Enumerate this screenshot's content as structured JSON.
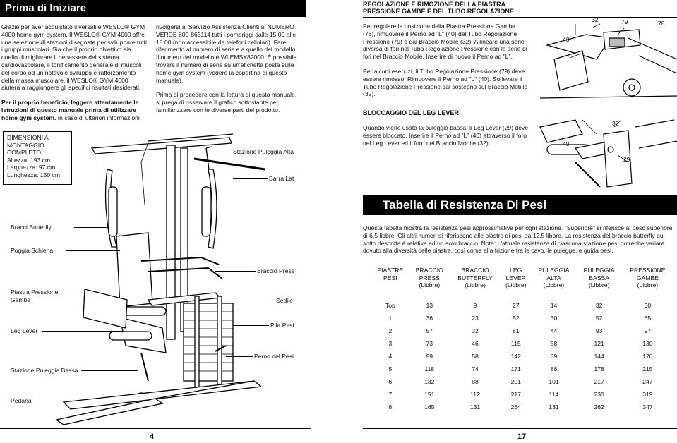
{
  "left_page": {
    "header": "Prima di Iniziare",
    "intro": "Grazie per aver acquistato il versatile WESLO® GYM 4000 home gym system. Il WESLO® GYM 4000 offre una selezione di stazioni disegnate per sviluppare tutti i gruppi muscolari. Sia che il proprio obiettivo sia quello di migliorare il benessere del sistema cardiovascolare, il tonificamento generale di muscoli del corpo od un notevole sviluppo e rafforzamento della massa muscolare, il WESLO® GYM 4000 aiuterà a raggiungere gli specifici risultati desiderati.",
    "notice_bold": "Per il proprio beneficio, leggere attentamente le istruzioni di questo manuale prima di utilizzare home gym system.",
    "notice_tail": " In caso di ulteriori informazioni",
    "col2_para1": "rivolgersi al Servizio Assistenza Clienti al NUMERO VERDE 800-865114 tutti i pomeriggi dalle 15:00 alle 18:00 (non accessibile da telefoni cellulari). Fare riferimento al numero di serie e a quello del modello. Il numero del modello è WLEMSY82000. È possibile trovare il numero di serie su un'etichetta posta sulle home gym system (vedere la copertina di questo manuale).",
    "col2_para2": "Prima di procedere con la lettura di questo manuale, si prega di osservare il grafico sottostante per familiarizzare con le diverse parti del prodotto.",
    "dimensions": [
      "DIMENSIONI A",
      "MONTAGGIO",
      "COMPLETO:",
      "Altezza: 193 cm",
      "Larghezza: 97 cm",
      "Lunghezza: 150 cm"
    ],
    "labels": {
      "bracci_butterfly": "Bracci Butterfly",
      "poggia_schiena": "Poggia Schiena",
      "piastra_pressione_1": "Piastra Pressione",
      "piastra_pressione_2": "Gambe",
      "leg_lever": "Leg Lever",
      "stazione_bassa": "Stazione Puleggia Bassa",
      "pedana": "Pedana",
      "stazione_alta": "Stazione Puleggia Alta",
      "barra_lat": "Barra Lat",
      "braccio_press": "Braccio Press",
      "sedile": "Sedile",
      "pila_pesi": "Pila Pesi",
      "perno_pesi": "Perno del Pesi"
    },
    "page_number": "4"
  },
  "right_page": {
    "section1_title_1": "REGOLAZIONE E RIMOZIONE DELLA PIASTRA",
    "section1_title_2": "PRESSIONE GAMBE E DEL TUBO REGOLAZIONE",
    "section1_para1": "Per regolare la posizione della Piastra Pressione Gambe (78), rimuovere il Perno ad \"L\" (40) dal Tubo Regolazione Pressione (79) e dal Braccio Mobile (32). Allineare una serie diversa di fori nel Tubo Regolazione Pressione con la serie di fori nel Braccio Mobile. Inserire di nuovo il Perno ad \"L\".",
    "section1_para2": "Per alcuni esercizi, il Tubo Regolazione Pressione (79) deve essere rimosso. Rimuovere il Perno ad \"L\" (40). Sollevare il Tubo Regolazione Pressione dal sostegno sul Braccio Mobile (32).",
    "section2_title": "BLOCCAGGIO DEL LEG LEVER",
    "section2_para": "Quando viene usata la puleggia bassa, il Leg Lever (29) deve essere bloccato. Inserire il Perno ad \"L\" (40) attraverso il foro nel Leg Lever ed il foro nel Braccio Mobile (32).",
    "fig1_callouts": {
      "n32": "32",
      "n79": "79",
      "n78": "78",
      "n40": "40"
    },
    "fig2_callouts": {
      "n32": "32",
      "n40": "40",
      "n29": "29"
    },
    "table_header_bar": "Tabella di Resistenza Di Pesi",
    "table_intro": "Questa tabella mostra la resistenza pesi approssimativa per ogni stazione. \"Superiore\" si riferisce al peso superiore di 6,5 libbre. Gli altri numeri si riferiscono alle piastre di pesi da 12,5 libbre. La resistenza del braccio butterfly qui sotto descritta è relativa ad un solo braccio. Nota: L'attuale resistenza di ciascuna stazione pesi potrebbe variare dovuto alla diversità delle piastre, così come alla frizione tra le cavo, le pulegge, e guida pesi.",
    "table": {
      "headers": [
        [
          "PIASTRE",
          "PESI",
          ""
        ],
        [
          "BRACCIO",
          "PRESS",
          "(Libbre)"
        ],
        [
          "BRACCIO",
          "BUTTERFLY",
          "(Libbre)"
        ],
        [
          "LEG",
          "LEVER",
          "(Libbre)"
        ],
        [
          "PULEGGIA",
          "ALTA",
          "(Libbre)"
        ],
        [
          "PULEGGIA",
          "BASSA",
          "(Libbre)"
        ],
        [
          "PRESSIONE",
          "GAMBE",
          "(Libbre)"
        ]
      ],
      "rows": [
        [
          "Top",
          "13",
          "9",
          "27",
          "14",
          "32",
          "30"
        ],
        [
          "1",
          "36",
          "23",
          "52",
          "30",
          "52",
          "65"
        ],
        [
          "2",
          "57",
          "32",
          "81",
          "44",
          "93",
          "97"
        ],
        [
          "3",
          "73",
          "46",
          "115",
          "58",
          "121",
          "130"
        ],
        [
          "4",
          "99",
          "58",
          "142",
          "69",
          "144",
          "170"
        ],
        [
          "5",
          "118",
          "74",
          "171",
          "88",
          "178",
          "215"
        ],
        [
          "6",
          "132",
          "88",
          "201",
          "101",
          "217",
          "247"
        ],
        [
          "7",
          "151",
          "112",
          "217",
          "114",
          "230",
          "319"
        ],
        [
          "8",
          "165",
          "131",
          "264",
          "131",
          "262",
          "347"
        ]
      ]
    },
    "page_number": "17"
  }
}
